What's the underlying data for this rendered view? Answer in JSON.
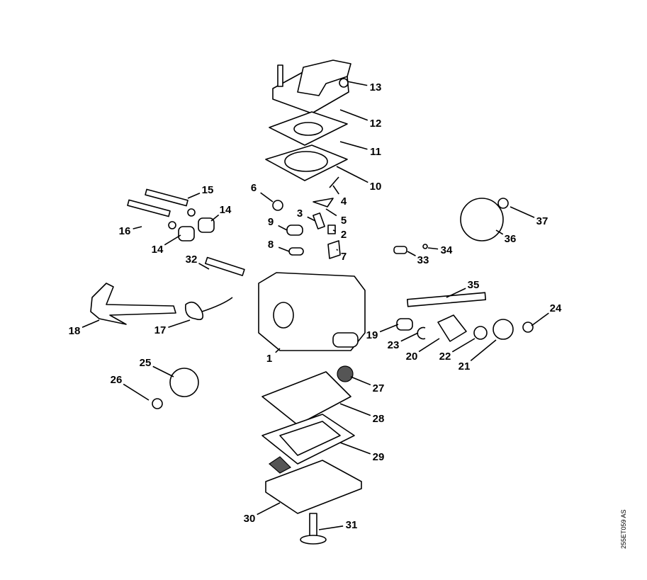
{
  "diagram": {
    "part_numbers": [
      "1",
      "2",
      "3",
      "4",
      "5",
      "6",
      "7",
      "8",
      "9",
      "10",
      "11",
      "12",
      "13",
      "14",
      "14",
      "15",
      "16",
      "17",
      "18",
      "19",
      "20",
      "21",
      "22",
      "23",
      "24",
      "25",
      "26",
      "27",
      "28",
      "29",
      "30",
      "31",
      "32",
      "33",
      "34",
      "35",
      "36",
      "37"
    ],
    "drawing_code": "255ET059 AS"
  }
}
